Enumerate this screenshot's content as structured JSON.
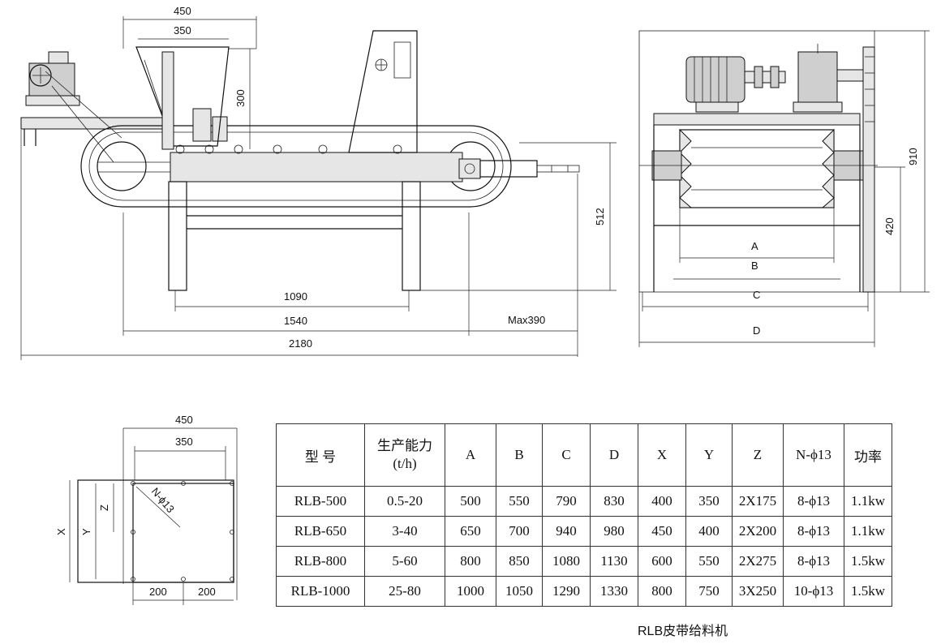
{
  "side_view": {
    "dims": {
      "hopper_top_width": "450",
      "hopper_inner_width": "350",
      "hopper_height": "300",
      "frame_height": "512",
      "leg_span": "1090",
      "frame_span": "1540",
      "overall_length": "2180",
      "take_up_max": "Max390"
    }
  },
  "end_view": {
    "dims": {
      "total_height": "910",
      "axle_height": "420",
      "A": "A",
      "B": "B",
      "C": "C",
      "D": "D"
    }
  },
  "hopper_plan": {
    "dims": {
      "outer": "450",
      "inner": "350",
      "x": "X",
      "y": "Y",
      "z": "Z",
      "bolt": "N-ϕ13",
      "half_left": "200",
      "half_right": "200"
    }
  },
  "spec_table": {
    "headers": {
      "model": "型  号",
      "capacity_line1": "生产能力",
      "capacity_line2": "(t/h)",
      "a": "A",
      "b": "B",
      "c": "C",
      "d": "D",
      "x": "X",
      "y": "Y",
      "z": "Z",
      "bolts": "N-ϕ13",
      "power": "功率"
    },
    "rows": [
      {
        "model": "RLB-500",
        "capacity": "0.5-20",
        "a": "500",
        "b": "550",
        "c": "790",
        "d": "830",
        "x": "400",
        "y": "350",
        "z": "2X175",
        "bolts": "8-ϕ13",
        "power": "1.1kw"
      },
      {
        "model": "RLB-650",
        "capacity": "3-40",
        "a": "650",
        "b": "700",
        "c": "940",
        "d": "980",
        "x": "450",
        "y": "400",
        "z": "2X200",
        "bolts": "8-ϕ13",
        "power": "1.1kw"
      },
      {
        "model": "RLB-800",
        "capacity": "5-60",
        "a": "800",
        "b": "850",
        "c": "1080",
        "d": "1130",
        "x": "600",
        "y": "550",
        "z": "2X275",
        "bolts": "8-ϕ13",
        "power": "1.5kw"
      },
      {
        "model": "RLB-1000",
        "capacity": "25-80",
        "a": "1000",
        "b": "1050",
        "c": "1290",
        "d": "1330",
        "x": "800",
        "y": "750",
        "z": "3X250",
        "bolts": "10-ϕ13",
        "power": "1.5kw"
      }
    ]
  },
  "caption": "RLB皮带给料机"
}
